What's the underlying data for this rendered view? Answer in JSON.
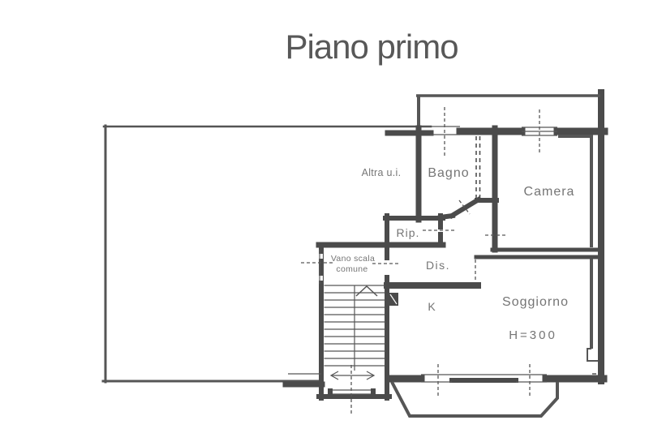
{
  "title": "Piano primo",
  "rooms": {
    "altra_ui": "Altra u.i.",
    "bagno": "Bagno",
    "camera": "Camera",
    "rip": "Rip.",
    "vano_scala_line1": "Vano scala",
    "vano_scala_line2": "comune",
    "dis": "Dis.",
    "kitchen": "K",
    "soggiorno": "Soggiorno",
    "soggiorno_height": "H=300"
  },
  "colors": {
    "background": "#ffffff",
    "wall": "#4b4b4b",
    "thin_line": "#565656",
    "label_text": "#757575",
    "title_text": "#585858"
  }
}
